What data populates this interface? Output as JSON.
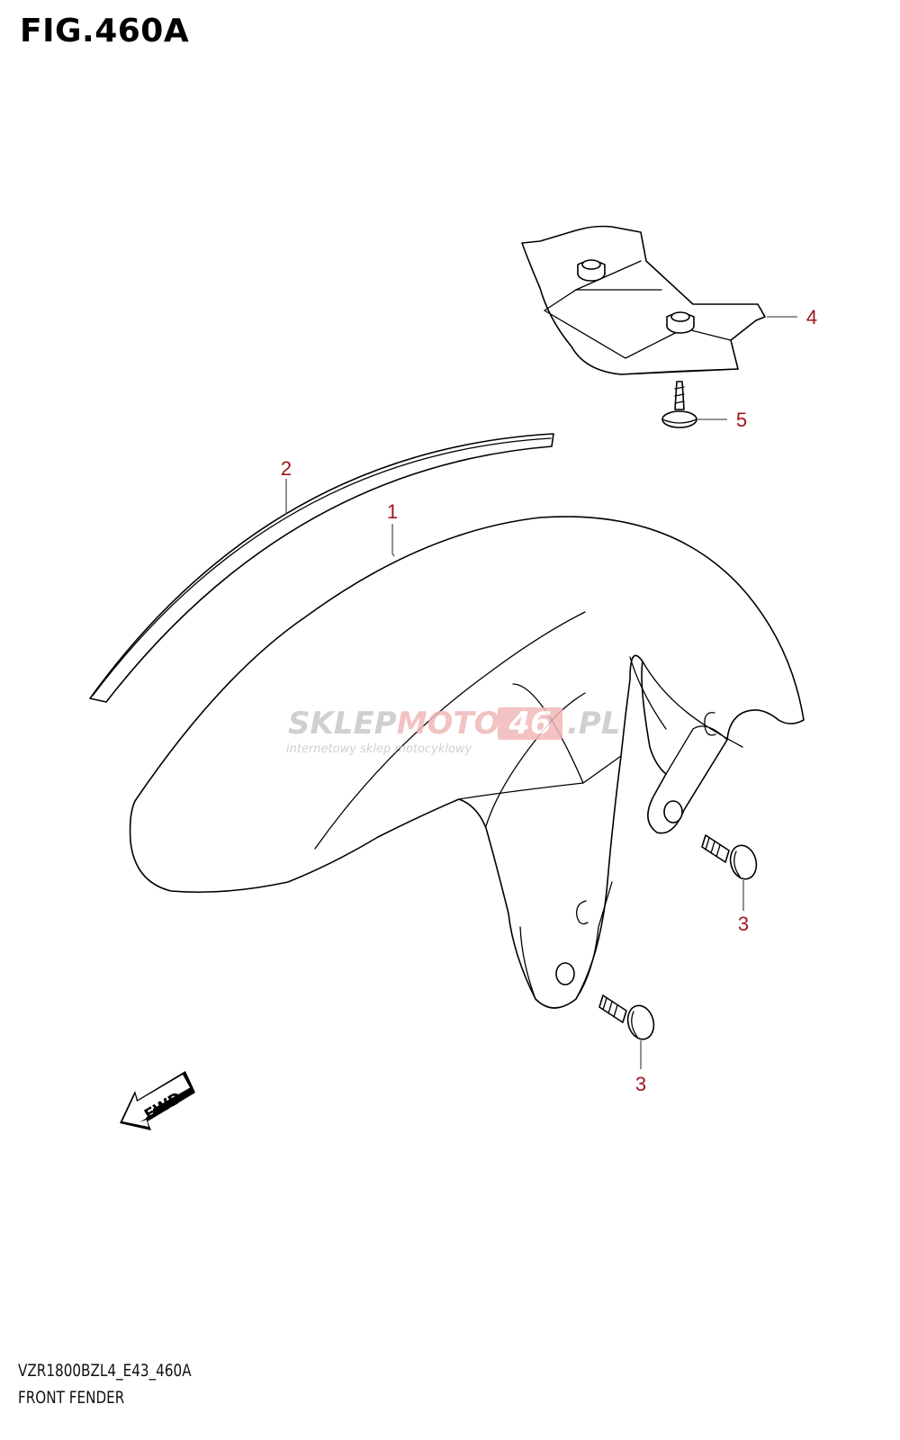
{
  "figure": {
    "title": "FIG.460A",
    "code": "VZR1800BZL4_E43_460A",
    "name": "FRONT FENDER"
  },
  "callouts": [
    {
      "id": "fender",
      "label": "1"
    },
    {
      "id": "molding",
      "label": "2"
    },
    {
      "id": "screw-right",
      "label": "3"
    },
    {
      "id": "screw-lower",
      "label": "3"
    },
    {
      "id": "bracket",
      "label": "4"
    },
    {
      "id": "tapping-screw",
      "label": "5"
    }
  ],
  "direction_marker": {
    "label": "FWD"
  },
  "watermark": {
    "brand_gray": "SKLEP",
    "brand_red": "MOTO",
    "brand_box": "46",
    "brand_tld": ".PL",
    "tagline": "internetowy sklep motocyklowy"
  },
  "colors": {
    "callout": "#a0141e",
    "line": "#000000",
    "watermark_gray": "#c8c8c8",
    "watermark_red": "#f2b8b8"
  }
}
